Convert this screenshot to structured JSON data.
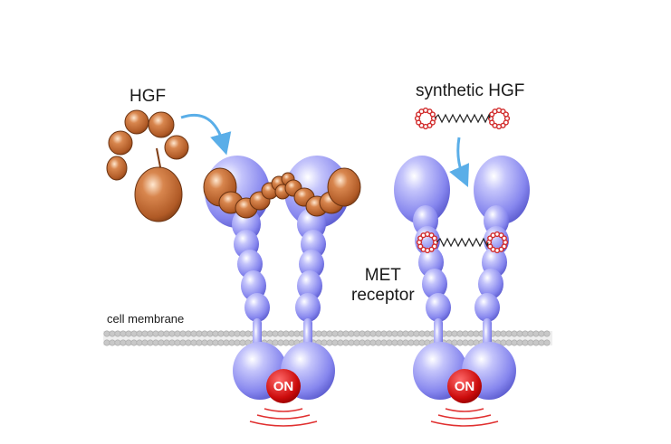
{
  "labels": {
    "hgf": "HGF",
    "synthetic_hgf": "synthetic HGF",
    "met_line1": "MET",
    "met_line2": "receptor",
    "cell_membrane": "cell membrane",
    "on_left": "ON",
    "on_right": "ON"
  },
  "colors": {
    "receptor": "#8c8cf2",
    "hgf": "#c26a35",
    "synthetic_ring": "#d12a2a",
    "on_badge": "#d11a1a",
    "signal": "#e03030",
    "membrane": "#c8c8c8",
    "arrow": "#5aaee8"
  }
}
